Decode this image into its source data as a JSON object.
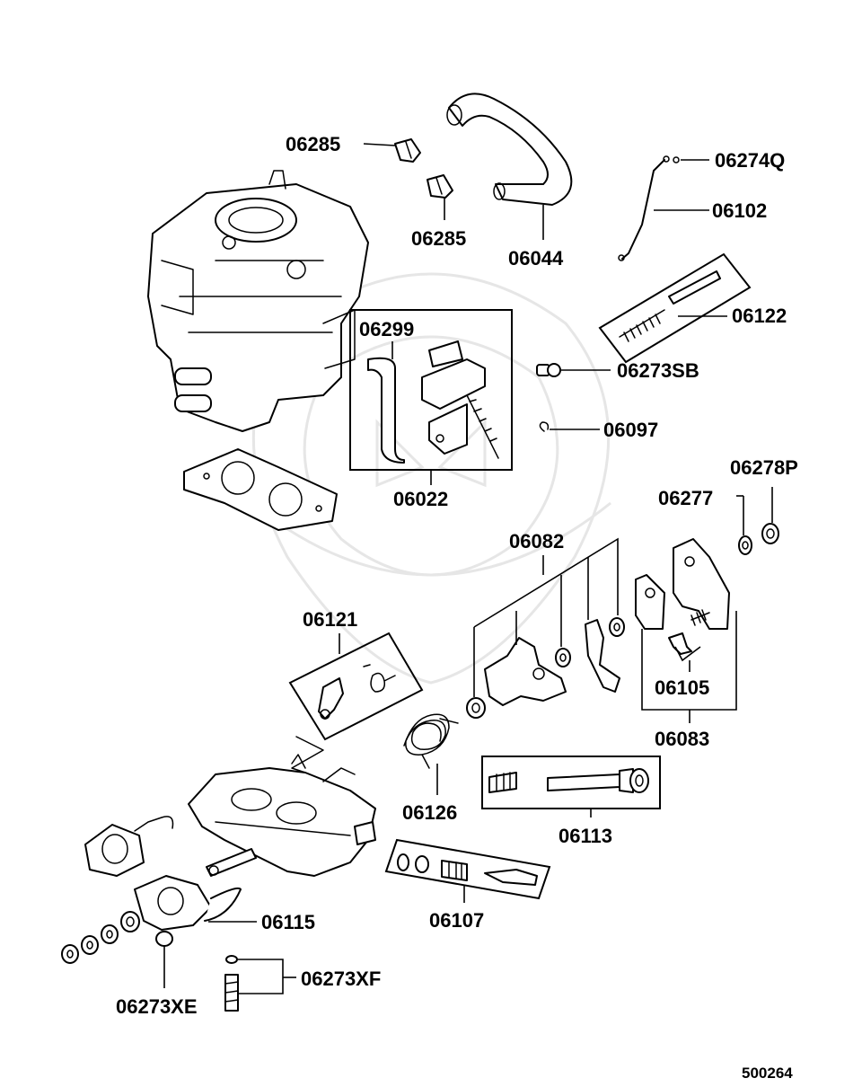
{
  "labels": {
    "p06285a": "06285",
    "p06285b": "06285",
    "p06044": "06044",
    "p06274Q": "06274Q",
    "p06102": "06102",
    "p06122": "06122",
    "p06299": "06299",
    "p06022": "06022",
    "p06273SB": "06273SB",
    "p06097": "06097",
    "p06278P": "06278P",
    "p06277": "06277",
    "p06082": "06082",
    "p06121": "06121",
    "p06105": "06105",
    "p06083": "06083",
    "p06126": "06126",
    "p06113": "06113",
    "p06107": "06107",
    "p06115": "06115",
    "p06273XF": "06273XF",
    "p06273XE": "06273XE"
  },
  "diagram_ref": "500264",
  "colors": {
    "line": "#000000",
    "background": "#ffffff",
    "watermark": "#e6e6e6"
  }
}
